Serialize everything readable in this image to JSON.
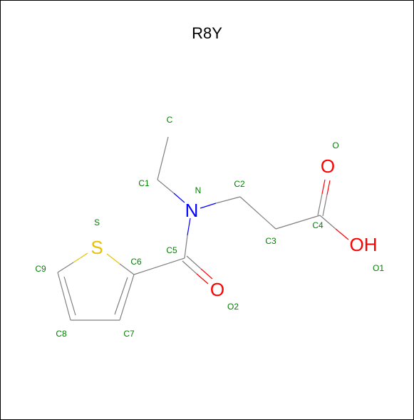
{
  "title": "R8Y",
  "colors": {
    "bond": "#808080",
    "label": "#008000",
    "oxygen": "#ff0000",
    "nitrogen": "#0000ff",
    "sulfur": "#e6c200"
  },
  "atom_labels": {
    "C": "C",
    "C1": "C1",
    "N": "N",
    "C2": "C2",
    "O": "O",
    "C3": "C3",
    "C4": "C4",
    "O1": "O1",
    "S": "S",
    "C5": "C5",
    "C6": "C6",
    "C9": "C9",
    "O2": "O2",
    "C8": "C8",
    "C7": "C7"
  },
  "atom_symbols": {
    "N": "N",
    "O_top": "O",
    "OH": "OH",
    "S": "S",
    "O_amide": "O"
  }
}
